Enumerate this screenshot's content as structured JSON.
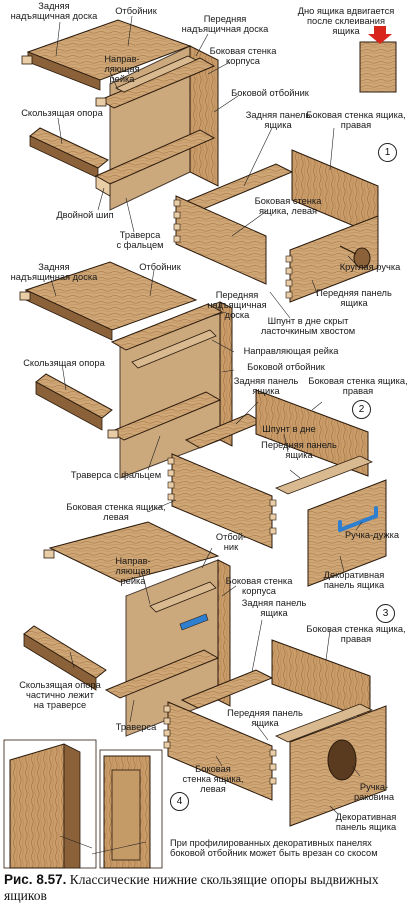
{
  "figure": {
    "caption_number": "Рис. 8.57.",
    "caption_text": "Классические нижние скользящие опоры выдвижных ящиков"
  },
  "panels": {
    "p1": {
      "number": "1",
      "labels": {
        "back_board": "Задняя\nнадъящичная доска",
        "stop_rail": "Отбойник",
        "front_board": "Передняя\nнадъящичная доска",
        "guide_rail": "Направ-\nляющая\nрейка",
        "side_wall_case": "Боковая стенка\nкорпуса",
        "drawer_bottom_note": "Дно ящика вдвигается\nпосле склеивания\nящика",
        "slide_support": "Скользящая опора",
        "side_stop": "Боковой отбойник",
        "back_panel": "Задняя панель\nящика",
        "side_wall_right": "Боковая стенка ящика,\nправая",
        "side_wall_left": "Боковая стенка\nящика, левая",
        "double_tenon": "Двойной шип",
        "traverse_rabbet": "Траверса\nс фальцем",
        "round_knob": "Круглая ручка",
        "front_panel": "Передняя панель\nящика",
        "hidden_dovetail": "Шпунт в дне скрыт\nласточкиным хвостом"
      }
    },
    "p2": {
      "number": "2",
      "labels": {
        "back_board": "Задняя\nнадъящичная доска",
        "stop_rail": "Отбойник",
        "front_board": "Передняя\nнадъящичная\nдоска",
        "slide_support": "Скользящая опора",
        "guide_rail": "Направляющая рейка",
        "side_stop": "Боковой отбойник",
        "back_panel": "Задняя панель\nящика",
        "side_wall_right": "Боковая стенка ящика,\nправая",
        "groove_bottom": "Шпунт в дне",
        "front_panel": "Передняя панель\nящика",
        "traverse_rabbet": "Траверса с фальцем",
        "side_wall_left": "Боковая стенка ящика,\nлевая",
        "bail_handle": "Ручка-дужка",
        "decor_panel": "Декоративная\nпанель ящика"
      }
    },
    "p3": {
      "number": "3",
      "labels": {
        "stop_rail": "Отбой-\nник",
        "guide_rail": "Направ-\nляющая\nрейка",
        "side_wall_case": "Боковая стенка\nкорпуса",
        "back_panel": "Задняя панель\nящика",
        "side_wall_right": "Боковая стенка ящика,\nправая",
        "slide_partial": "Скользящая опора\nчастично лежит\nна траверсе",
        "traverse": "Траверса",
        "front_panel": "Передняя панель\nящика",
        "side_wall_left": "Боковая\nстенка ящика,\nлевая",
        "shell_handle": "Ручка-\nраковина",
        "decor_panel": "Декоративная\nпанель ящика"
      }
    },
    "p4": {
      "number": "4",
      "labels": {
        "profiled_note": "При профилированных декоративных панелях\nбоковой отбойник может быть врезан со скосом"
      }
    }
  },
  "colors": {
    "wood_light": "#d9b98f",
    "wood_mid": "#c49a67",
    "wood_dark": "#8a6138",
    "end_grain": "#e8cda6",
    "outline": "#2a1a0c",
    "arrow_red": "#d8261c",
    "handle_blue": "#2f7fd0",
    "leader": "#222222"
  }
}
